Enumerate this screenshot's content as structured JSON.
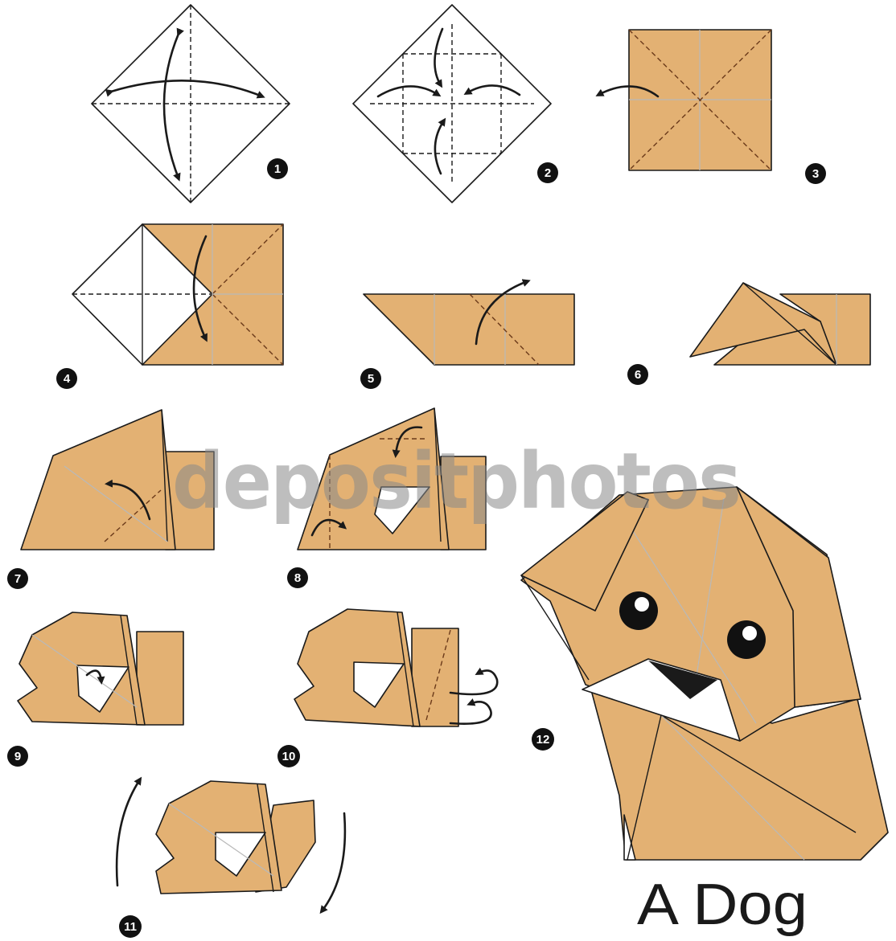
{
  "title": "A Dog",
  "watermark": "depositphotos",
  "steps": [
    {
      "number": "1"
    },
    {
      "number": "2"
    },
    {
      "number": "3"
    },
    {
      "number": "4"
    },
    {
      "number": "5"
    },
    {
      "number": "6"
    },
    {
      "number": "7"
    },
    {
      "number": "8"
    },
    {
      "number": "9"
    },
    {
      "number": "10"
    },
    {
      "number": "11"
    },
    {
      "number": "12"
    }
  ],
  "colors": {
    "paper": "#e3b173",
    "outline": "#1a1a1a",
    "background": "#ffffff",
    "watermark": "#8a8a8a"
  },
  "icons": [
    "fold-arrow-icon",
    "step-number-badge-icon",
    "eye-icon",
    "nose-icon"
  ]
}
